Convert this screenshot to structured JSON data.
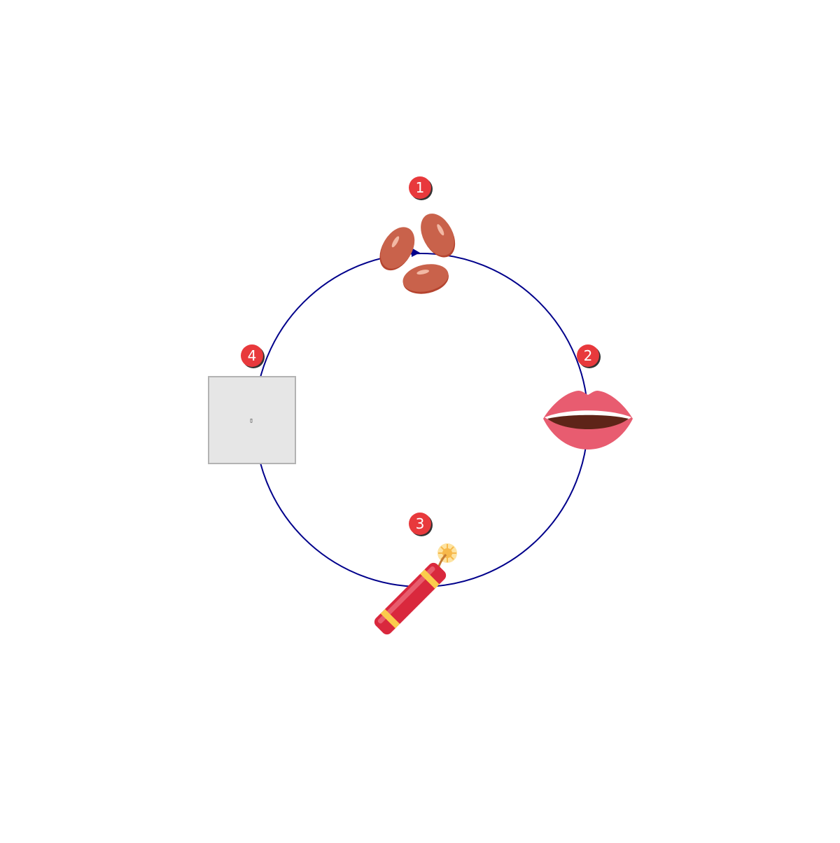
{
  "diagram": {
    "type": "cycle",
    "direction": "clockwise",
    "colors": {
      "cycle_line": "#00008b",
      "badge_fill": "#e8393c",
      "badge_shadow": "#333333",
      "badge_text": "#ffffff",
      "placeholder_fill": "#e6e6e6",
      "placeholder_stroke": "#b3b3b3"
    },
    "steps": [
      {
        "number": "1",
        "icon": "kidney-beans-icon"
      },
      {
        "number": "2",
        "icon": "mouth-lips-icon"
      },
      {
        "number": "3",
        "icon": "firecracker-icon"
      },
      {
        "number": "4",
        "icon": "missing-image-placeholder",
        "glyph": "▯"
      }
    ]
  }
}
